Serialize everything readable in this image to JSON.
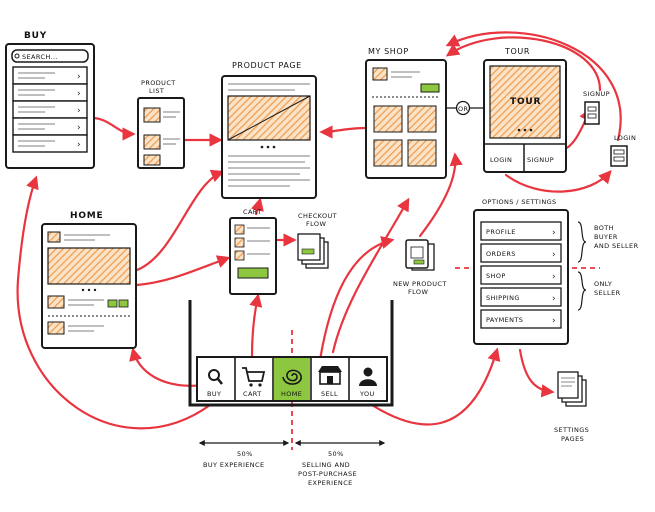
{
  "screens": {
    "buy": {
      "title": "BUY",
      "search_placeholder": "SEARCH..."
    },
    "product_list": {
      "title_line1": "PRODUCT",
      "title_line2": "LIST"
    },
    "product_page": {
      "title": "PRODUCT PAGE"
    },
    "my_shop": {
      "title": "MY SHOP"
    },
    "tour": {
      "title": "TOUR",
      "hero_text": "TOUR",
      "login_label": "LOGIN",
      "signup_label": "SIGNUP"
    },
    "signup_small": {
      "title": "SIGNUP"
    },
    "login_small": {
      "title": "LOGIN"
    },
    "home": {
      "title": "HOME"
    },
    "cart": {
      "title": "CART"
    },
    "checkout": {
      "title_line1": "CHECKOUT",
      "title_line2": "FLOW"
    },
    "new_product": {
      "title_line1": "NEW PRODUCT",
      "title_line2": "FLOW"
    },
    "settings_pages": {
      "title_line1": "SETTINGS",
      "title_line2": "PAGES"
    },
    "options": {
      "title": "OPTIONS / SETTINGS",
      "items": [
        "PROFILE",
        "ORDERS",
        "SHOP",
        "SHIPPING",
        "PAYMENTS"
      ],
      "note_both_line1": "BOTH",
      "note_both_line2": "BUYER",
      "note_both_line3": "AND SELLER",
      "note_only_line1": "ONLY",
      "note_only_line2": "SELLER"
    }
  },
  "tabbar": {
    "tabs": [
      {
        "label": "BUY",
        "icon": "magnifier-icon"
      },
      {
        "label": "CART",
        "icon": "cart-icon"
      },
      {
        "label": "HOME",
        "icon": "spiral-logo-icon"
      },
      {
        "label": "SELL",
        "icon": "storefront-icon"
      },
      {
        "label": "YOU",
        "icon": "person-icon"
      }
    ]
  },
  "or_label": "OR",
  "annotations": {
    "buy_pct": "50%",
    "buy_exp": "BUY EXPERIENCE",
    "sell_pct": "50%",
    "sell_line1": "SELLING AND",
    "sell_line2": "POST-PURCHASE",
    "sell_line3": "EXPERIENCE"
  },
  "colors": {
    "arrow": "#e8353f",
    "hatch": "#f1a860",
    "accent_green": "#8dc63f",
    "ink": "#1a1a1a"
  }
}
